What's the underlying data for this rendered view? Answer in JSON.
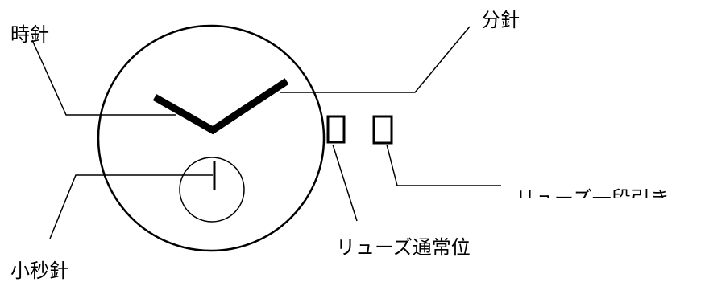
{
  "labels": {
    "hour_hand": "時針",
    "minute_hand": "分針",
    "small_second_hand": "小秒針",
    "crown_normal": "リューズ通常位",
    "crown_one_step": "リューズ一段引き"
  },
  "colors": {
    "line": "#000000",
    "background": "#ffffff"
  }
}
